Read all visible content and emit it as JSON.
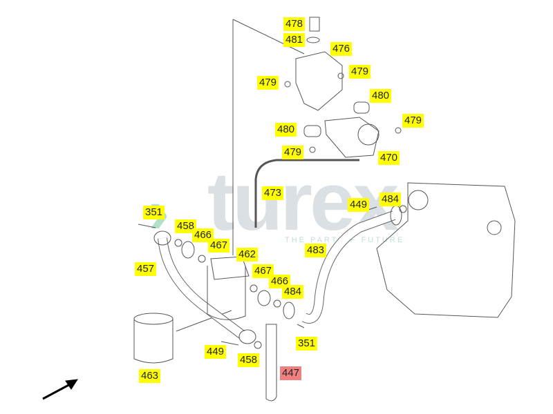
{
  "watermark": {
    "brand": "turex",
    "tagline": "THE PART OF FUTURE"
  },
  "colors": {
    "highlight": "#ffff00",
    "selected": "#f08080"
  },
  "labels": [
    {
      "num": "478"
    },
    {
      "num": "481"
    },
    {
      "num": "476"
    },
    {
      "num": "479"
    },
    {
      "num": "479"
    },
    {
      "num": "480"
    },
    {
      "num": "479"
    },
    {
      "num": "480"
    },
    {
      "num": "479"
    },
    {
      "num": "470"
    },
    {
      "num": "473"
    },
    {
      "num": "449"
    },
    {
      "num": "484"
    },
    {
      "num": "351"
    },
    {
      "num": "458"
    },
    {
      "num": "466"
    },
    {
      "num": "467"
    },
    {
      "num": "462"
    },
    {
      "num": "483"
    },
    {
      "num": "457"
    },
    {
      "num": "467"
    },
    {
      "num": "466"
    },
    {
      "num": "484"
    },
    {
      "num": "351"
    },
    {
      "num": "449"
    },
    {
      "num": "458"
    },
    {
      "num": "447",
      "selected": true
    },
    {
      "num": "463"
    }
  ]
}
